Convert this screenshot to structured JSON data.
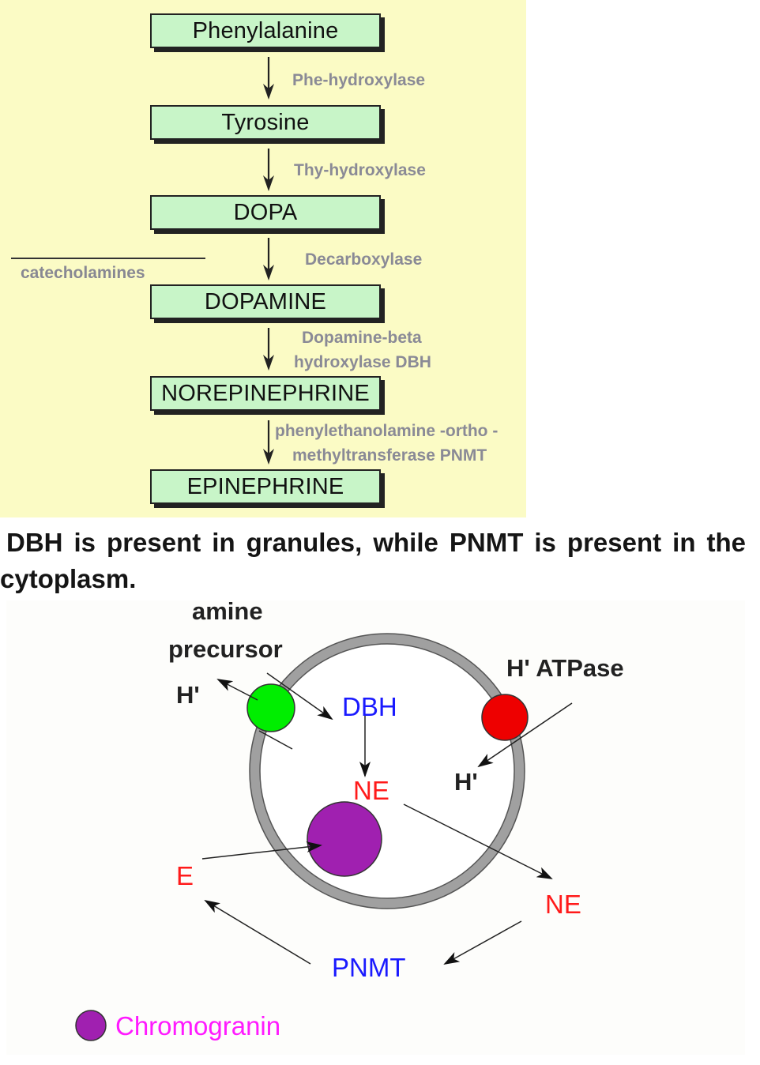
{
  "pathway": {
    "steps": [
      "Phenylalanine",
      "Tyrosine",
      "DOPA",
      "DOPAMINE",
      "NOREPINEPHRINE",
      "EPINEPHRINE"
    ],
    "enzymes": {
      "phe_hydroxylase": "Phe-hydroxylase",
      "thy_hydroxylase": "Thy-hydroxylase",
      "decarboxylase": "Decarboxylase",
      "dbh_line1": "Dopamine-beta",
      "dbh_line2": "hydroxylase DBH",
      "pnmt_line1": "phenylethanolamine -ortho -",
      "pnmt_line2": "methyltransferase PNMT"
    },
    "catecholamines_label": "catecholamines",
    "colors": {
      "box_fill": "#c8f5c8",
      "background": "#fbfbc5",
      "enzyme_text": "#8a8a96"
    }
  },
  "caption": {
    "line1": "DBH is present in granules, while PNMT is present in the",
    "line2": "cytoplasm."
  },
  "granule": {
    "amine_precursor_line1": "amine",
    "amine_precursor_line2": "precursor",
    "h_plus_left": "H'",
    "h_plus_atpase": "H' ATPase",
    "h_plus_inner": "H'",
    "dbh": "DBH",
    "ne_inner": "NE",
    "ne_outer": "NE",
    "e": "E",
    "pnmt": "PNMT",
    "colors": {
      "dbh": "#1a1aff",
      "ne": "#ff1a1a",
      "pnmt": "#1a1aff",
      "chromogranin": "#a020b0",
      "chromogranin_text": "#ff1aff",
      "transporter": "#00ee00",
      "atpase": "#ee0000",
      "membrane": "#a0a0a0"
    }
  },
  "legend": {
    "chromogranin": "Chromogranin"
  }
}
